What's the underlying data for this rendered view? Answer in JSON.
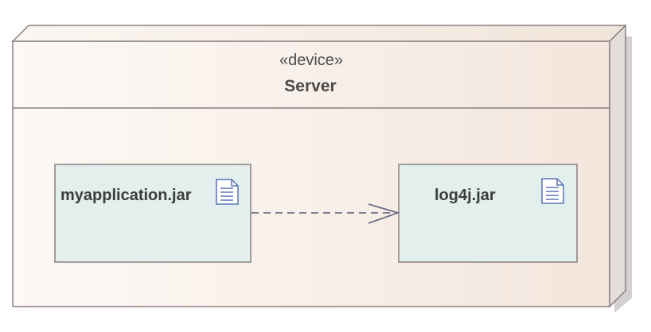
{
  "node": {
    "stereotype": "«device»",
    "name": "Server"
  },
  "artifacts": [
    {
      "name": "myapplication.jar",
      "icon": "document-icon"
    },
    {
      "name": "log4j.jar",
      "icon": "document-icon"
    }
  ],
  "dependency": {
    "style": "dashed",
    "from": "myapplication.jar",
    "to": "log4j.jar"
  },
  "colors": {
    "node_fill_left": "#fdf9f6",
    "node_fill_right": "#f3e6dc",
    "node_border": "#8a7f7f",
    "node_shadow": "#d4d0d0",
    "artifact_fill": "#e2efec",
    "artifact_border": "#8a7f7f",
    "icon_stroke": "#5a74b4",
    "connector": "#6b6f88"
  }
}
